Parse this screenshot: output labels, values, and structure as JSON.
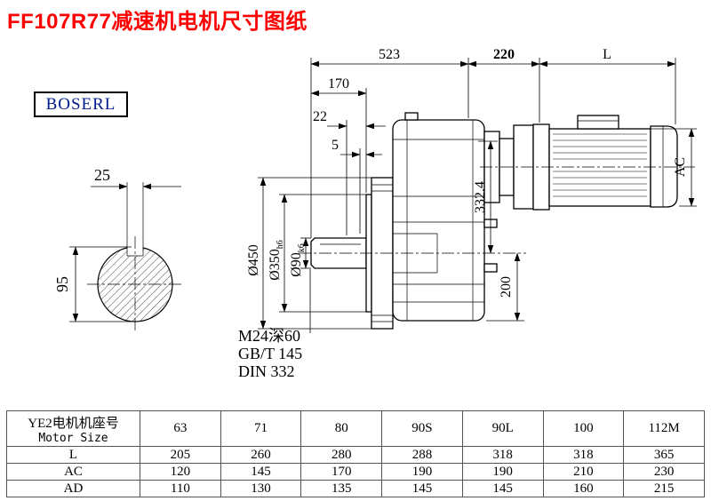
{
  "page": {
    "title": "FF107R77减速机电机尺寸图纸"
  },
  "brand": {
    "label": "BOSERL"
  },
  "drawing": {
    "dims": {
      "gear_unit_length": "523",
      "adapter_length": "220",
      "motor_length": "L",
      "shaft_projection": "170",
      "flange_thickness": "22",
      "spigot_depth": "5",
      "key_width": "25",
      "shaft_view_diameter": "95",
      "flange_od": "Ø450",
      "spigot_d": "Ø350",
      "spigot_tol": "h6",
      "shaft_d": "Ø90",
      "shaft_tol": "k6",
      "center_height": "332.4",
      "bottom_dim": "200",
      "motor_diameter": "AC"
    },
    "notes": {
      "tapped_hole": "M24深60",
      "standard1": "GB/T 145",
      "standard2": "DIN 332"
    }
  },
  "table": {
    "header_cn": "YE2电机机座号",
    "header_en": "Motor Size",
    "sizes": [
      "63",
      "71",
      "80",
      "90S",
      "90L",
      "100",
      "112M"
    ],
    "rows": [
      {
        "label": "L",
        "values": [
          "205",
          "260",
          "280",
          "288",
          "318",
          "318",
          "365"
        ]
      },
      {
        "label": "AC",
        "values": [
          "120",
          "145",
          "170",
          "190",
          "190",
          "210",
          "230"
        ]
      },
      {
        "label": "AD",
        "values": [
          "110",
          "130",
          "135",
          "145",
          "145",
          "160",
          "215"
        ]
      }
    ]
  }
}
